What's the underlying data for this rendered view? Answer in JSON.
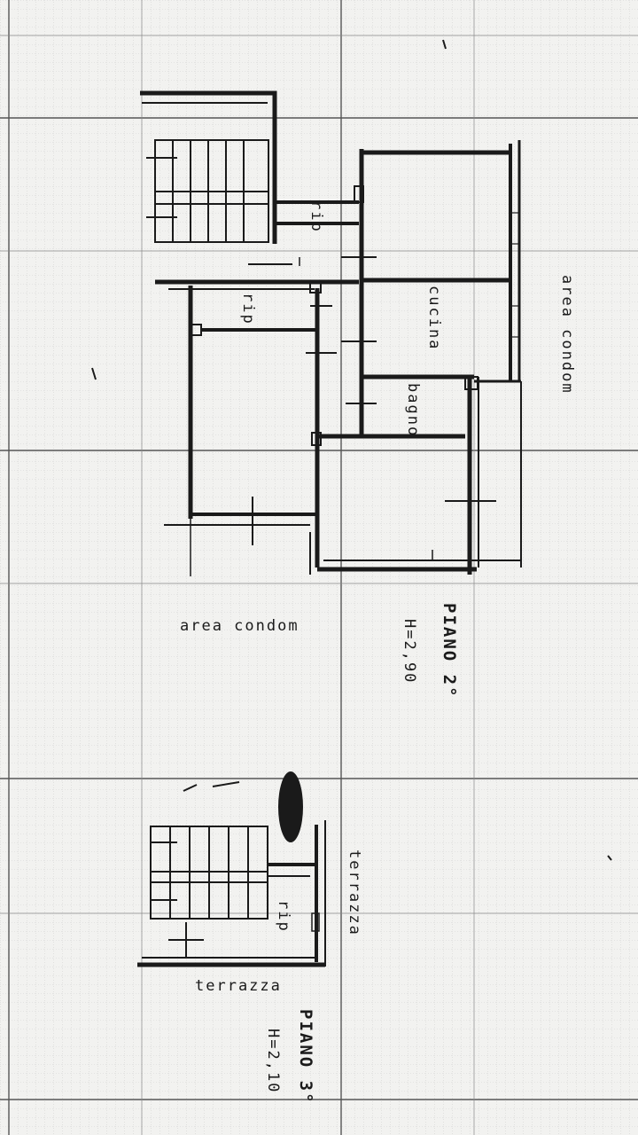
{
  "floor2": {
    "title": "PIANO 2°",
    "height": "H=2,90",
    "rooms": {
      "rip_stair": "rip",
      "rip_corridor": "rip",
      "cucina": "cucina",
      "bagno": "bagno"
    },
    "area_right": "area condom",
    "area_bottom": "area condom"
  },
  "floor3": {
    "title": "PIANO 3°",
    "height": "H=2,10",
    "rip": "rip",
    "terrazza_right": "terrazza",
    "terrazza_bottom": "terrazza"
  },
  "colors": {
    "paper": "#f2f2f0",
    "ink": "#1a1a1a",
    "grid": "#9a9a9a"
  }
}
